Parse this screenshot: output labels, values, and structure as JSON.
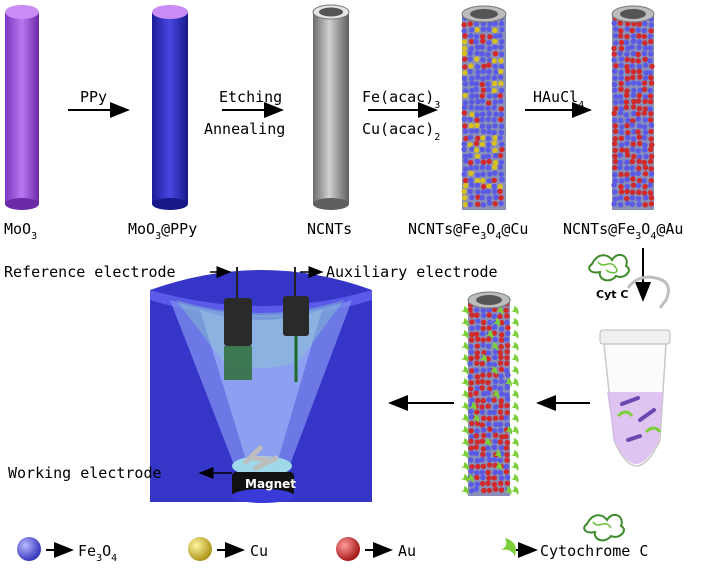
{
  "steps": {
    "step1": "PPy",
    "step2_line1": "Etching",
    "step2_line2": "Annealing",
    "step3_line1_main": "Fe(acac)",
    "step3_line1_sub": "3",
    "step3_line2_main": "Cu(acac)",
    "step3_line2_sub": "2",
    "step4_main": "HAuCl",
    "step4_sub": "4"
  },
  "tubes": {
    "t1": {
      "a": "MoO",
      "b": "3",
      "c": ""
    },
    "t2": {
      "a": "MoO",
      "b": "3",
      "c": "@PPy"
    },
    "t3": {
      "a": "NCNTs"
    },
    "t4": {
      "a": "NCNTs@Fe",
      "b": "3",
      "c": "O",
      "d": "4",
      "e": "@Cu"
    },
    "t5": {
      "a": "NCNTs@Fe",
      "b": "3",
      "c": "O",
      "d": "4",
      "e": "@Au"
    }
  },
  "cytc_label": "Cyt C",
  "electrodes": {
    "reference": "Reference electrode",
    "auxiliary": "Auxiliary electrode",
    "working": "Working electrode",
    "magnet": "Magnet"
  },
  "legend": {
    "fe3o4": {
      "a": "Fe",
      "b": "3",
      "c": "O",
      "d": "4"
    },
    "cu": "Cu",
    "au": "Au",
    "cytochrome": "Cytochrome C"
  },
  "colors": {
    "moo3": "#9b59d9",
    "ppy": "#3a3acc",
    "ncnt": "#9a9a9a",
    "fe3o4": "#5a5ae6",
    "cu": "#d8c020",
    "au": "#d22a2a",
    "cytc": "#7ccf3a",
    "beaker": "#3535c8"
  }
}
